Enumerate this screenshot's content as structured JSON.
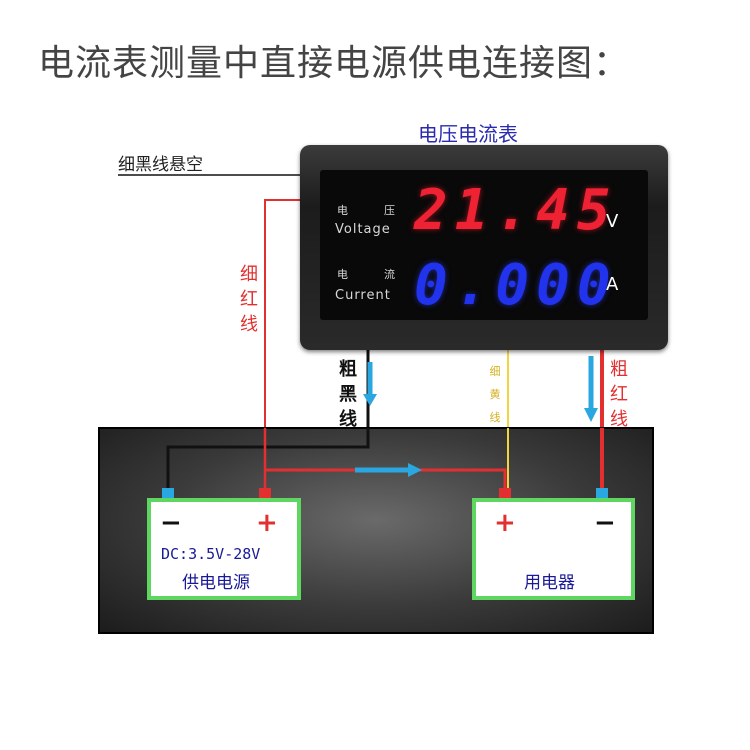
{
  "title": "电流表测量中直接电源供电连接图：",
  "meter": {
    "label": "电压电流表",
    "voltage_cn": [
      "电",
      "压"
    ],
    "voltage_en": "Voltage",
    "current_cn": [
      "电",
      "流"
    ],
    "current_en": "Current",
    "voltage_reading": "21.45",
    "current_reading": "0.000",
    "voltage_unit": "V",
    "current_unit": "A"
  },
  "wires": {
    "thin_black_floating": "细黑线悬空",
    "thin_red": [
      "细",
      "红",
      "线"
    ],
    "thick_black": [
      "粗",
      "黑",
      "线"
    ],
    "thin_yellow": [
      "细",
      "黄",
      "线"
    ],
    "thick_red": [
      "粗",
      "红",
      "线"
    ]
  },
  "power_source": {
    "minus": "−",
    "plus": "+",
    "spec": "DC:3.5V-28V",
    "name": "供电电源"
  },
  "load": {
    "plus": "+",
    "minus": "−",
    "name": "用电器"
  },
  "colors": {
    "red_wire": "#e23030",
    "black_wire": "#111111",
    "yellow_wire": "#f2d640",
    "arrow_blue": "#2aa6e0",
    "battery_border": "#5fd65f",
    "voltage_display": "#ee2233",
    "current_display": "#2233ee"
  }
}
